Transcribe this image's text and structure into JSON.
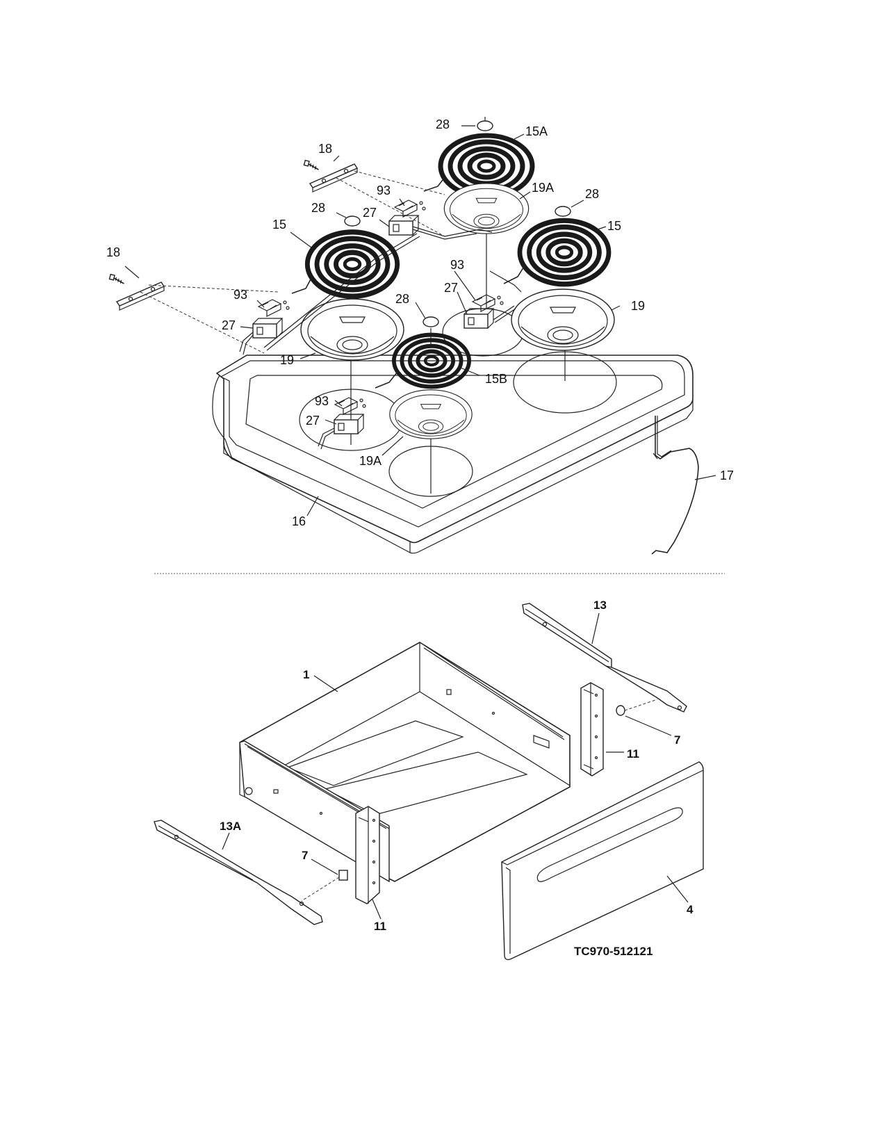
{
  "cooktop": {
    "labels": {
      "l28a": "28",
      "l15a": "15A",
      "l18a": "18",
      "l93a": "93",
      "l19a_top": "19A",
      "l28b": "28",
      "l27a": "27",
      "l28c": "28",
      "l15l": "15",
      "l15r": "15",
      "l18b": "18",
      "l93b": "93",
      "l27b": "27",
      "l93c": "93",
      "l28d": "28",
      "l27c": "27",
      "l19r": "19",
      "l19l": "19",
      "l15b": "15B",
      "l93d": "93",
      "l27d": "27",
      "l19a_bot": "19A",
      "l17": "17",
      "l16": "16"
    }
  },
  "drawer": {
    "labels": {
      "l13": "13",
      "l1": "1",
      "l7r": "7",
      "l11r": "11",
      "l13a": "13A",
      "l7l": "7",
      "l11l": "11",
      "l4": "4"
    },
    "drawing_number": "TC970-512121"
  }
}
